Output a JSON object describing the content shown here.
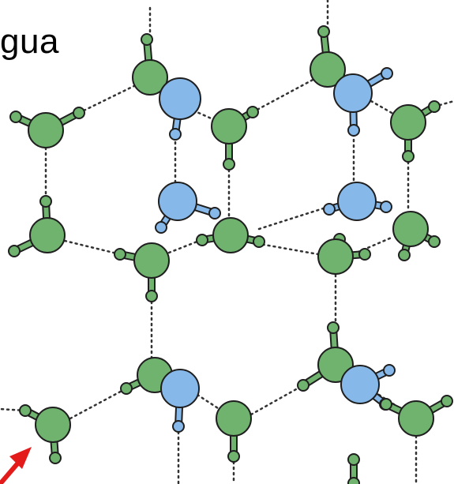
{
  "caption": "gua",
  "colors": {
    "oxygen_fill": "#6fb36f",
    "hydrogen_fill": "#86b9ea",
    "outline": "#1f1f1f",
    "hydrogen_bond": "#333333",
    "arrow": "#e41b1b"
  },
  "molecule_color_names": [
    "green",
    "blue"
  ]
}
